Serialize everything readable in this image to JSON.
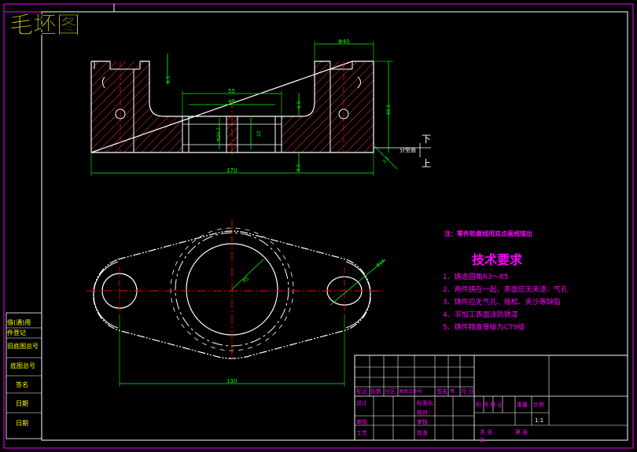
{
  "title": "毛坯图",
  "note": "注：零件轮廓线用双点画线描出",
  "tech_requirements": {
    "heading": "技术要求",
    "items": [
      "1、铸造圆角R3～R5",
      "2、两件铸在一起，表面应无夹渣、气孔",
      "3、铸件应无气孔、缩松、夹沙等缺陷",
      "4、非加工表面涂防锈漆",
      "5、铸件精度等级为CT9级"
    ]
  },
  "front_view": {
    "dim_phi40": "Φ40",
    "dim_55": "55",
    "dim_49": "49",
    "dim_8_5_left": "8.5",
    "dim_phi20": "Φ20.7",
    "dim_22": "22",
    "dim_6_5_mid": "6.5",
    "dim_60_5": "60.5",
    "dim_6_5_bottom": "6.5",
    "dim_170": "170",
    "dim_3_5": "3.5",
    "parting_label": "分型面",
    "label_up": "下",
    "label_down": "上"
  },
  "top_view": {
    "dim_r16": "Φ16",
    "dim_r5": "R5",
    "dim_130": "130"
  },
  "side_labels": [
    "借(通)用",
    "件登记",
    "旧底图总号",
    "底图总号",
    "签名",
    "日期",
    "日期"
  ],
  "title_block": {
    "row_labels": [
      "标记",
      "处数",
      "分区",
      "更改文件号",
      "签名",
      "年",
      "月",
      "日"
    ],
    "designer": "设计",
    "standardize": "标准化",
    "review": "审核",
    "craft": "工艺",
    "approve": "批准",
    "stage_mark": "阶 段 标 记",
    "weight": "重量",
    "scale": "比例",
    "scale_value": "1:1",
    "sheet_total": "共  张",
    "sheet_no": "第  张",
    "version": "版",
    "blank1": "校对",
    "blank2": "审核"
  },
  "colors": {
    "background": "#000000",
    "frame": "#ffffff",
    "title": "#ffff00",
    "dimension": "#00ff00",
    "center": "#ff0000",
    "hatch": "#ff3333",
    "text_magenta": "#ff00ff",
    "outline": "#ffffff"
  }
}
